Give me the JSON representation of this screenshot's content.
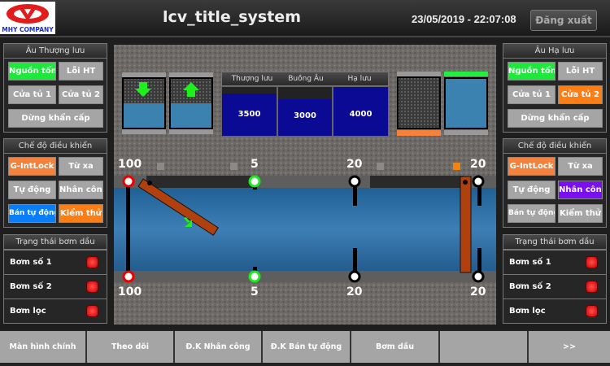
{
  "header": {
    "title": "lcv_title_system",
    "datetime": "23/05/2019 - 22:07:08",
    "logout": "Đăng xuất",
    "logo_text": "MHY COMPANY"
  },
  "left": {
    "upstream": {
      "title": "Âu Thượng lưu",
      "buttons": [
        "Nguồn tổng",
        "Lỗi HT",
        "Cửa tủ 1",
        "Cửa tủ 2",
        "Dừng khẩn cấp"
      ]
    },
    "control": {
      "title": "Chế độ điều khiển",
      "buttons": [
        "G-IntLock",
        "Từ xa",
        "Tự động",
        "Nhân công",
        "Bán tự động",
        "Kiểm thử"
      ]
    },
    "pumps": {
      "title": "Trạng thái bơm dầu",
      "items": [
        "Bơm số 1",
        "Bơm số 2",
        "Bơm lọc"
      ]
    }
  },
  "right": {
    "downstream": {
      "title": "Âu Hạ lưu",
      "buttons": [
        "Nguồn tổng",
        "Lỗi HT",
        "Cửa tủ 1",
        "Cửa tủ 2",
        "Dừng khẩn cấp"
      ]
    },
    "control": {
      "title": "Chế độ điều khiển",
      "buttons": [
        "G-IntLock",
        "Từ xa",
        "Tự động",
        "Nhân công",
        "Bán tự động",
        "Kiểm thử"
      ]
    },
    "pumps": {
      "title": "Trạng thái bơm dầu",
      "items": [
        "Bơm số 1",
        "Bơm số 2",
        "Bơm lọc"
      ]
    }
  },
  "levels": {
    "headers": [
      "Thượng lưu",
      "Buồng Âu",
      "Hạ lưu"
    ],
    "values": [
      "3500",
      "3000",
      "4000"
    ]
  },
  "gates": {
    "top": [
      "100",
      "5",
      "20",
      "20"
    ],
    "bottom": [
      "100",
      "5",
      "20",
      "20"
    ]
  },
  "nav": [
    "Màn hình chính",
    "Theo dõi",
    "Đ.K Nhân công",
    "Đ.K Bán tự động",
    "Bơm dầu",
    "",
    ">>"
  ]
}
